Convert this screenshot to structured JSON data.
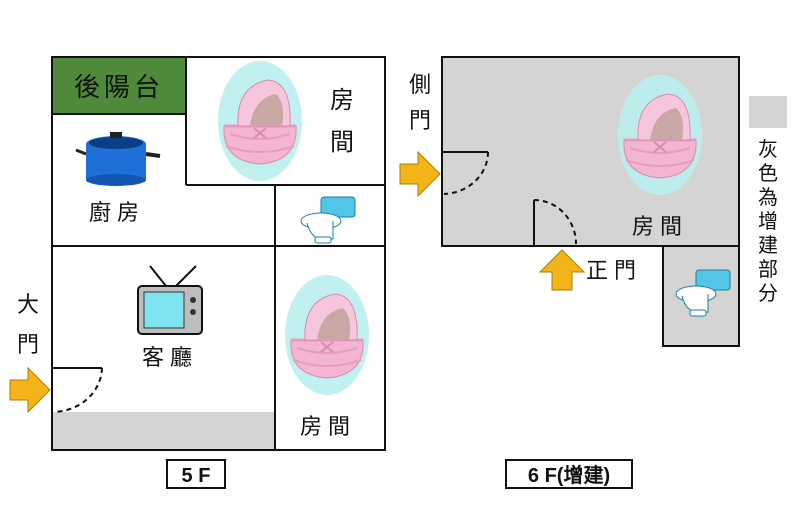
{
  "colors": {
    "wall": "#111111",
    "added_area": "#d4d4d4",
    "balcony": "#4f8a3a",
    "door_arrow": "#f3b41a",
    "crib_pink": "#f3b6d2",
    "crib_glow": "#b9f0ee",
    "toilet_blue": "#52c6e6",
    "pot_blue": "#1e6fd6",
    "tv_screen": "#7fe3f0"
  },
  "floor5": {
    "caption": "5 F",
    "rooms": {
      "rear_balcony": "後陽台",
      "bedroom_top": "房間",
      "kitchen": "廚房",
      "living_room": "客廳",
      "bedroom_bottom": "房間"
    },
    "main_door": "大門",
    "icons": [
      "crib-icon",
      "pot-icon",
      "toilet-icon",
      "tv-icon",
      "crib-icon"
    ]
  },
  "floor6": {
    "caption": "6 F(增建)",
    "rooms": {
      "bedroom": "房間"
    },
    "side_door": "側門",
    "front_door": "正門",
    "icons": [
      "crib-icon",
      "toilet-icon"
    ]
  },
  "legend": {
    "text": "灰色為增建部分",
    "swatch_color": "#d4d4d4"
  }
}
